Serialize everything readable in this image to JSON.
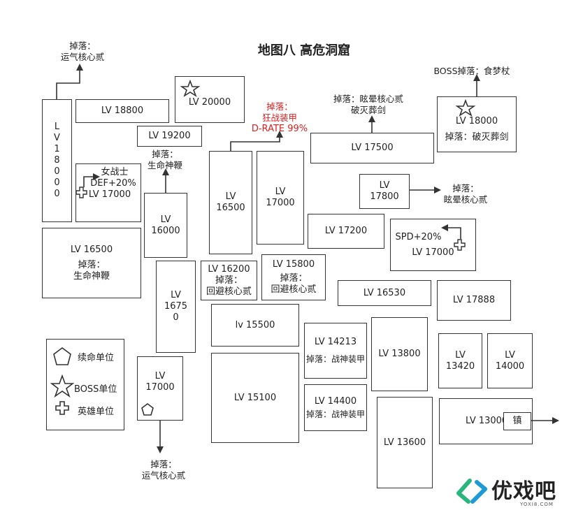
{
  "title": "地图八 高危洞窟",
  "boxes": {
    "b01": "LV 18800",
    "b02": "LV 20000",
    "b03": "LV 19200",
    "b04": "L\nV\n1\n8\n0\n0\n0",
    "b05_top1": "女战士",
    "b05_top2": "DEF+20%",
    "b05_main": "LV 17000",
    "b06": "LV\n16000",
    "b07": "LV\n16500",
    "b08": "LV\n17000",
    "b09": "LV 17500",
    "b10_main": "LV 18000",
    "b10_drop": "掉落：破灭葬剑",
    "b11": "LV\n17800",
    "b12": "LV 17200",
    "b13_top": "SPD+20%",
    "b13_main": "LV 17000",
    "b14_main": "LV 16500",
    "b14_drop1": "掉落：",
    "b14_drop2": "生命神鞭",
    "b15": "LV\n1675\n0",
    "b16_main": "LV 16200",
    "b16_drop1": "掉落：",
    "b16_drop2": "回避核心贰",
    "b17_main": "LV 15800",
    "b17_drop1": "掉落：",
    "b17_drop2": "回避核心贰",
    "b18": "LV 16530",
    "b19": "LV 17888",
    "b20": "lv 15500",
    "b21_main": "LV 14213",
    "b21_drop": "掉落：战神装甲",
    "b22": "LV 13800",
    "b23": "LV\n13420",
    "b24": "LV\n14000",
    "b25": "LV\n17000",
    "b26": "LV 15100",
    "b27_main": "LV 14400",
    "b27_drop": "掉落：战神装甲",
    "b28": "LV 13600",
    "b29": "LV 13000",
    "b29_gate": "镇"
  },
  "labels": {
    "l1a": "掉落：",
    "l1b": "运气核心贰",
    "l2a": "掉落：",
    "l2b": "生命神鞭",
    "l3a": "掉落：",
    "l3b": "狂战装甲",
    "l3c": "D-RATE 99%",
    "l4a": "掉落：眩晕核心贰",
    "l4b": "破灭葬剑",
    "l5": "BOSS掉落：食梦杖",
    "l6a": "掉落：",
    "l6b": "眩晕核心贰",
    "l7a": "掉落：",
    "l7b": "运气核心贰"
  },
  "legend": {
    "pentagon": "续命单位",
    "star": "BOSS单位",
    "cross": "英雄单位"
  },
  "colors": {
    "red": "#e02020",
    "line": "#333333"
  },
  "logo": {
    "text": "优戏吧",
    "sub": "YOXI8.COM"
  }
}
